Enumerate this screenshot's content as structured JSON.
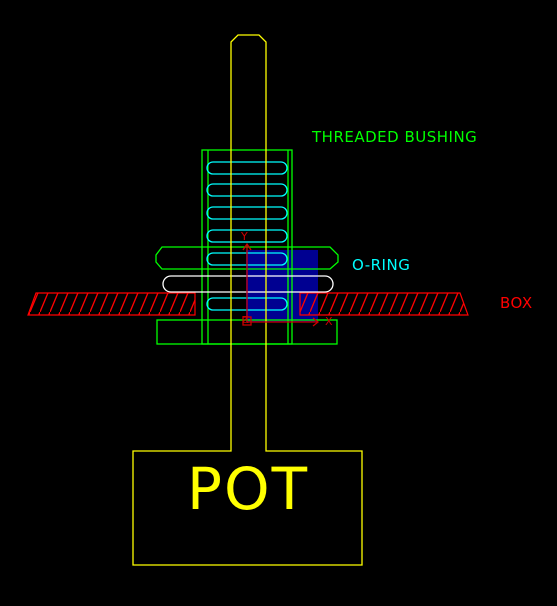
{
  "labels": {
    "threaded_bushing": "THREADED BUSHING",
    "o_ring": "O-RING",
    "box": "BOX",
    "pot": "POT"
  },
  "axis": {
    "x": "X",
    "y": "Y",
    "z": "Z"
  },
  "colors": {
    "background": "#000000",
    "shaft": "#ffff00",
    "bushing": "#00ff00",
    "thread": "#00ffff",
    "o_ring": "#ffffff",
    "box": "#ff0000",
    "axis_icon": "#cc0000",
    "highlight": "#0000aa"
  }
}
